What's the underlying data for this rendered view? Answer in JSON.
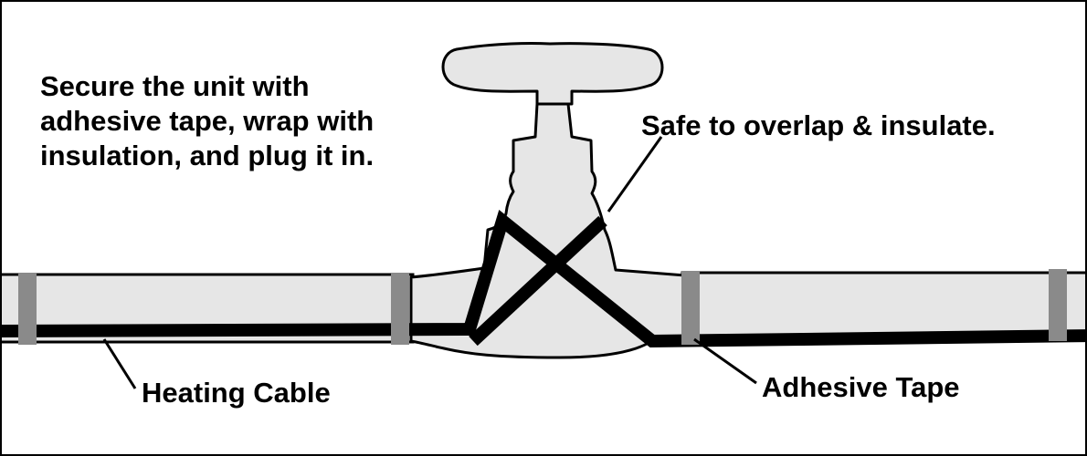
{
  "instruction": "Secure the unit with adhesive tape, wrap with insulation, and plug it in.",
  "labels": {
    "overlap": "Safe to overlap & insulate.",
    "heating_cable": "Heating Cable",
    "adhesive_tape": "Adhesive Tape"
  },
  "colors": {
    "pipe_fill": "#e6e6e6",
    "outline": "#000000",
    "tape": "#8a8a8a",
    "cable": "#000000",
    "background": "#ffffff"
  }
}
